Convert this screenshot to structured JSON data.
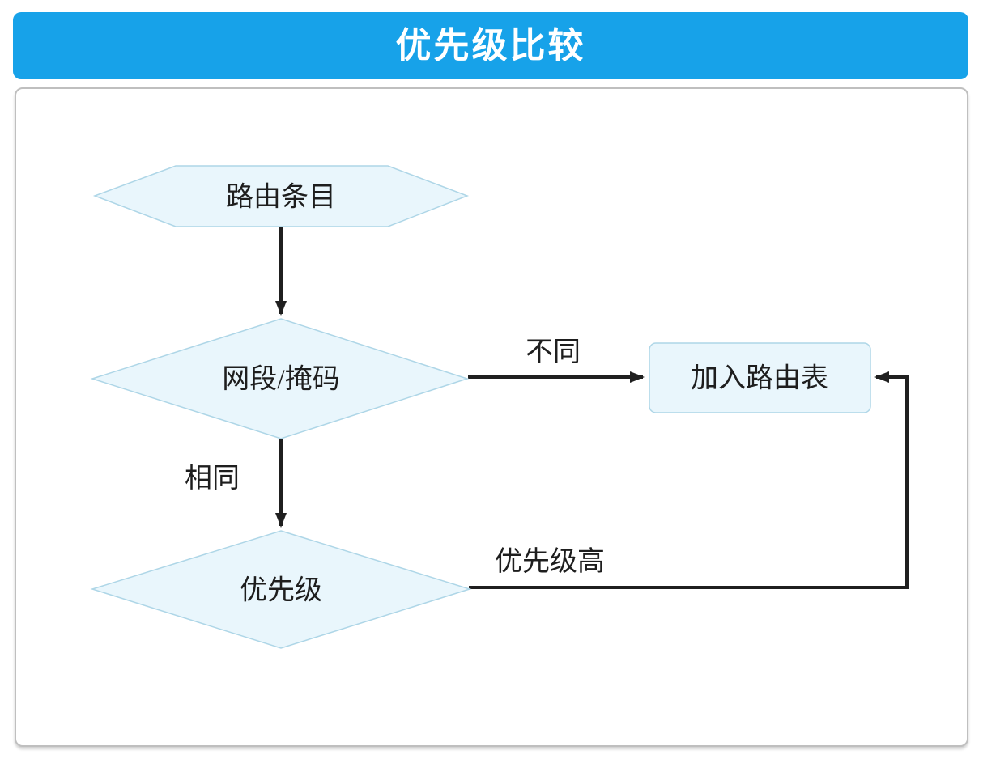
{
  "header": {
    "title": "优先级比较"
  },
  "flowchart": {
    "nodes": [
      {
        "name": "route-entry",
        "shape": "hexagon",
        "label": "路由条目"
      },
      {
        "name": "network-mask-check",
        "shape": "diamond",
        "label": "网段/掩码"
      },
      {
        "name": "add-to-routing-table",
        "shape": "rectangle",
        "label": "加入路由表"
      },
      {
        "name": "priority-check",
        "shape": "diamond",
        "label": "优先级"
      }
    ],
    "edges": [
      {
        "name": "route-entry-to-network-mask",
        "label": ""
      },
      {
        "name": "network-mask-to-routing-table",
        "label": "不同"
      },
      {
        "name": "network-mask-to-priority",
        "label": "相同"
      },
      {
        "name": "priority-to-routing-table",
        "label": "优先级高"
      }
    ]
  },
  "colors": {
    "header_bg": "#17a2e9",
    "header_text": "#ffffff",
    "node_fill": "#e9f6fc",
    "node_border": "#aed6e7",
    "edge_line": "#1f1f1f",
    "text": "#1e1e1e",
    "container_border": "#bfbfbf"
  }
}
